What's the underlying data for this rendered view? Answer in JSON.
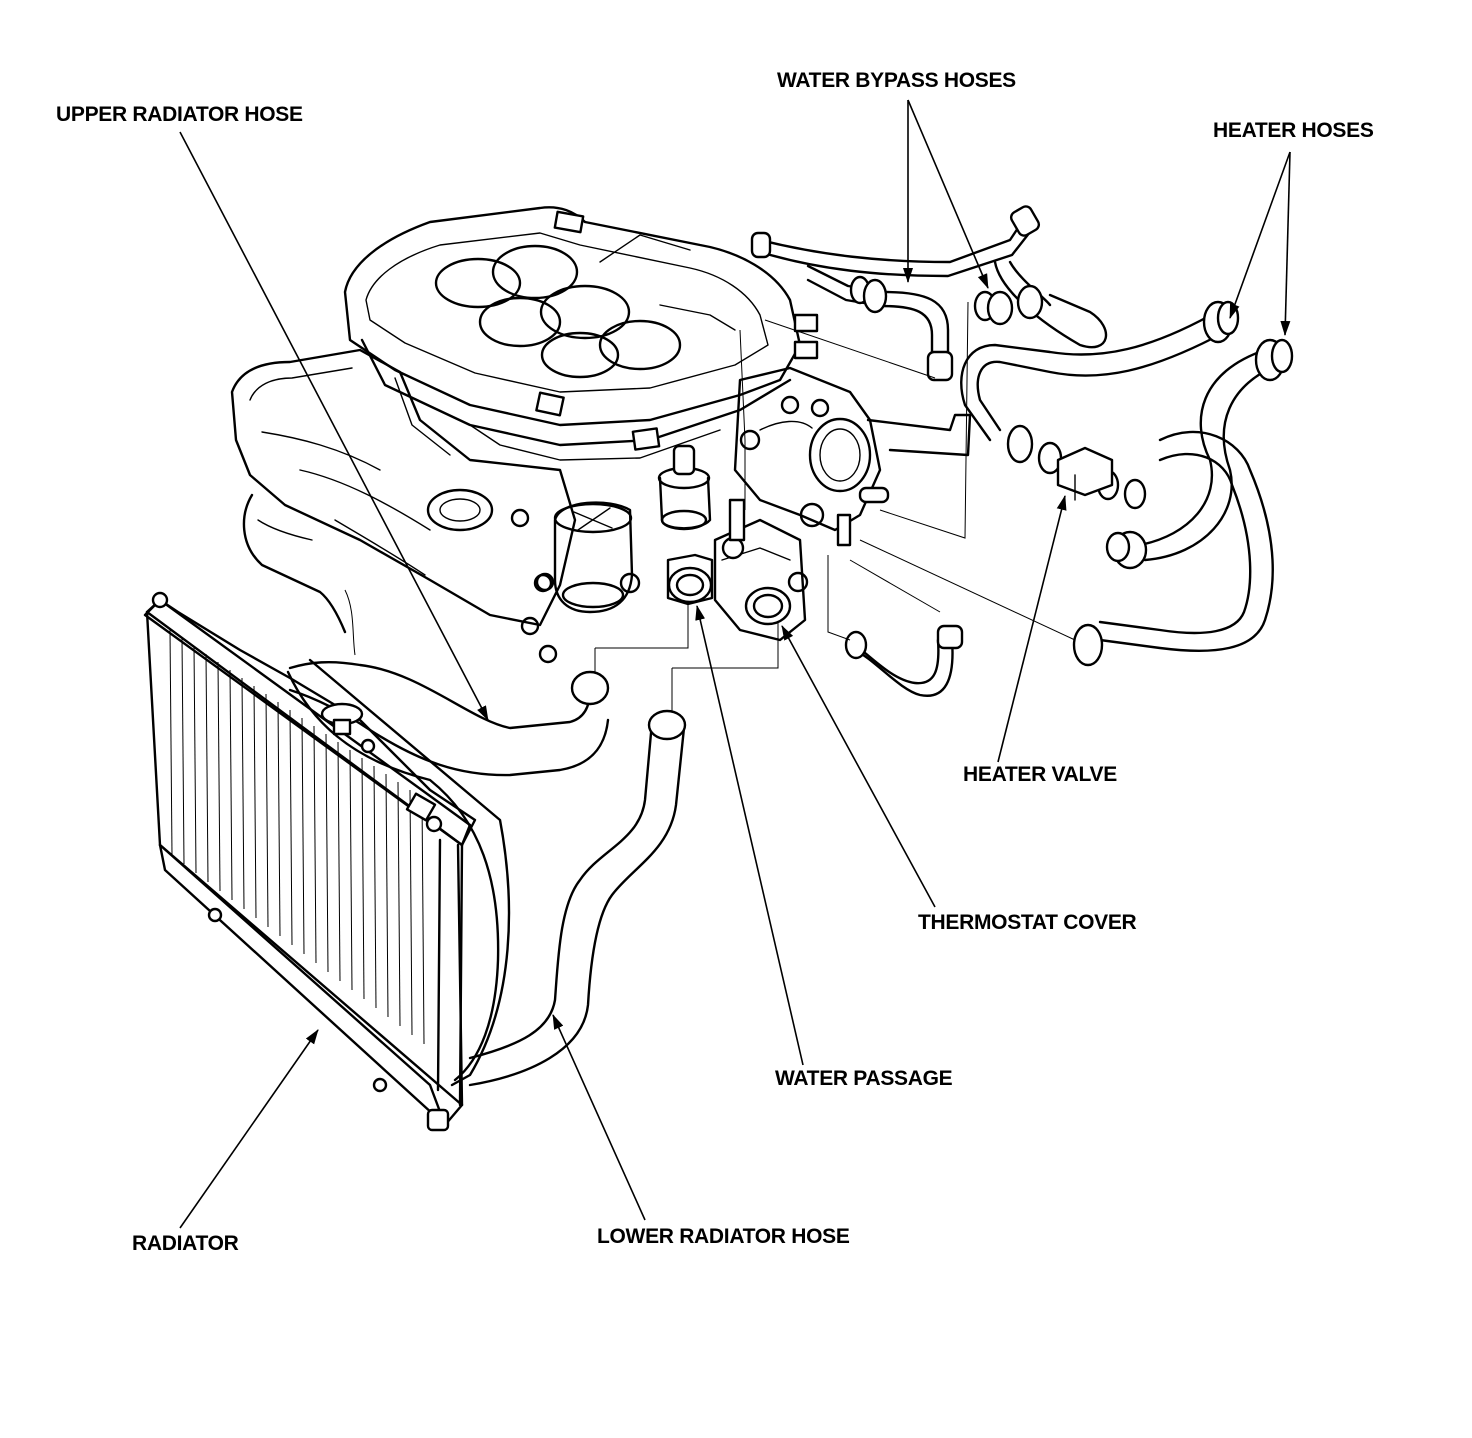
{
  "diagram": {
    "callouts": {
      "water_bypass_hoses": "WATER BYPASS HOSES",
      "upper_radiator_hose": "UPPER RADIATOR HOSE",
      "heater_hoses": "HEATER HOSES",
      "heater_valve": "HEATER VALVE",
      "thermostat_cover": "THERMOSTAT COVER",
      "water_passage": "WATER PASSAGE",
      "radiator": "RADIATOR",
      "lower_radiator_hose": "LOWER RADIATOR HOSE"
    }
  }
}
